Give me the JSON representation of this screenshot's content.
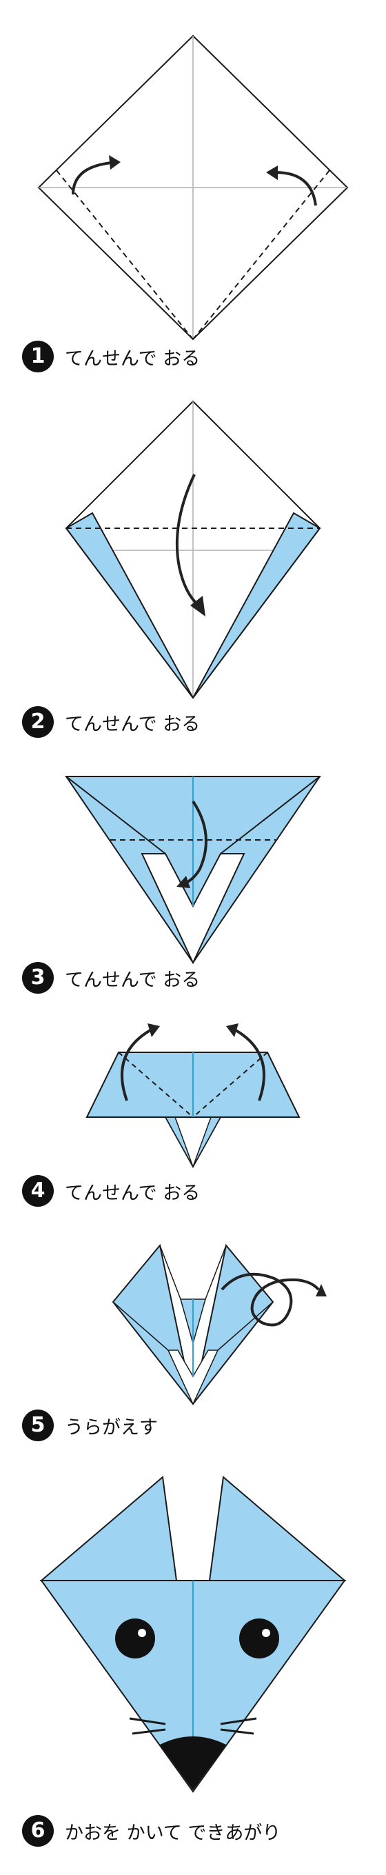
{
  "colors": {
    "paper": "#9fd3f2",
    "line": "#1a1a1a",
    "crease": "#b0b0b0",
    "center": "#2aa6d6",
    "fold": "#222222"
  },
  "steps": [
    {
      "number": "1",
      "text": "てんせんで おる"
    },
    {
      "number": "2",
      "text": "てんせんで おる"
    },
    {
      "number": "3",
      "text": "てんせんで おる"
    },
    {
      "number": "4",
      "text": "てんせんで おる"
    },
    {
      "number": "5",
      "text": "うらがえす"
    },
    {
      "number": "6",
      "text": "かおを かいて できあがり"
    }
  ],
  "icons": {
    "arrow": "fold-arrow-icon",
    "turnover": "turn-over-arrow-icon"
  }
}
